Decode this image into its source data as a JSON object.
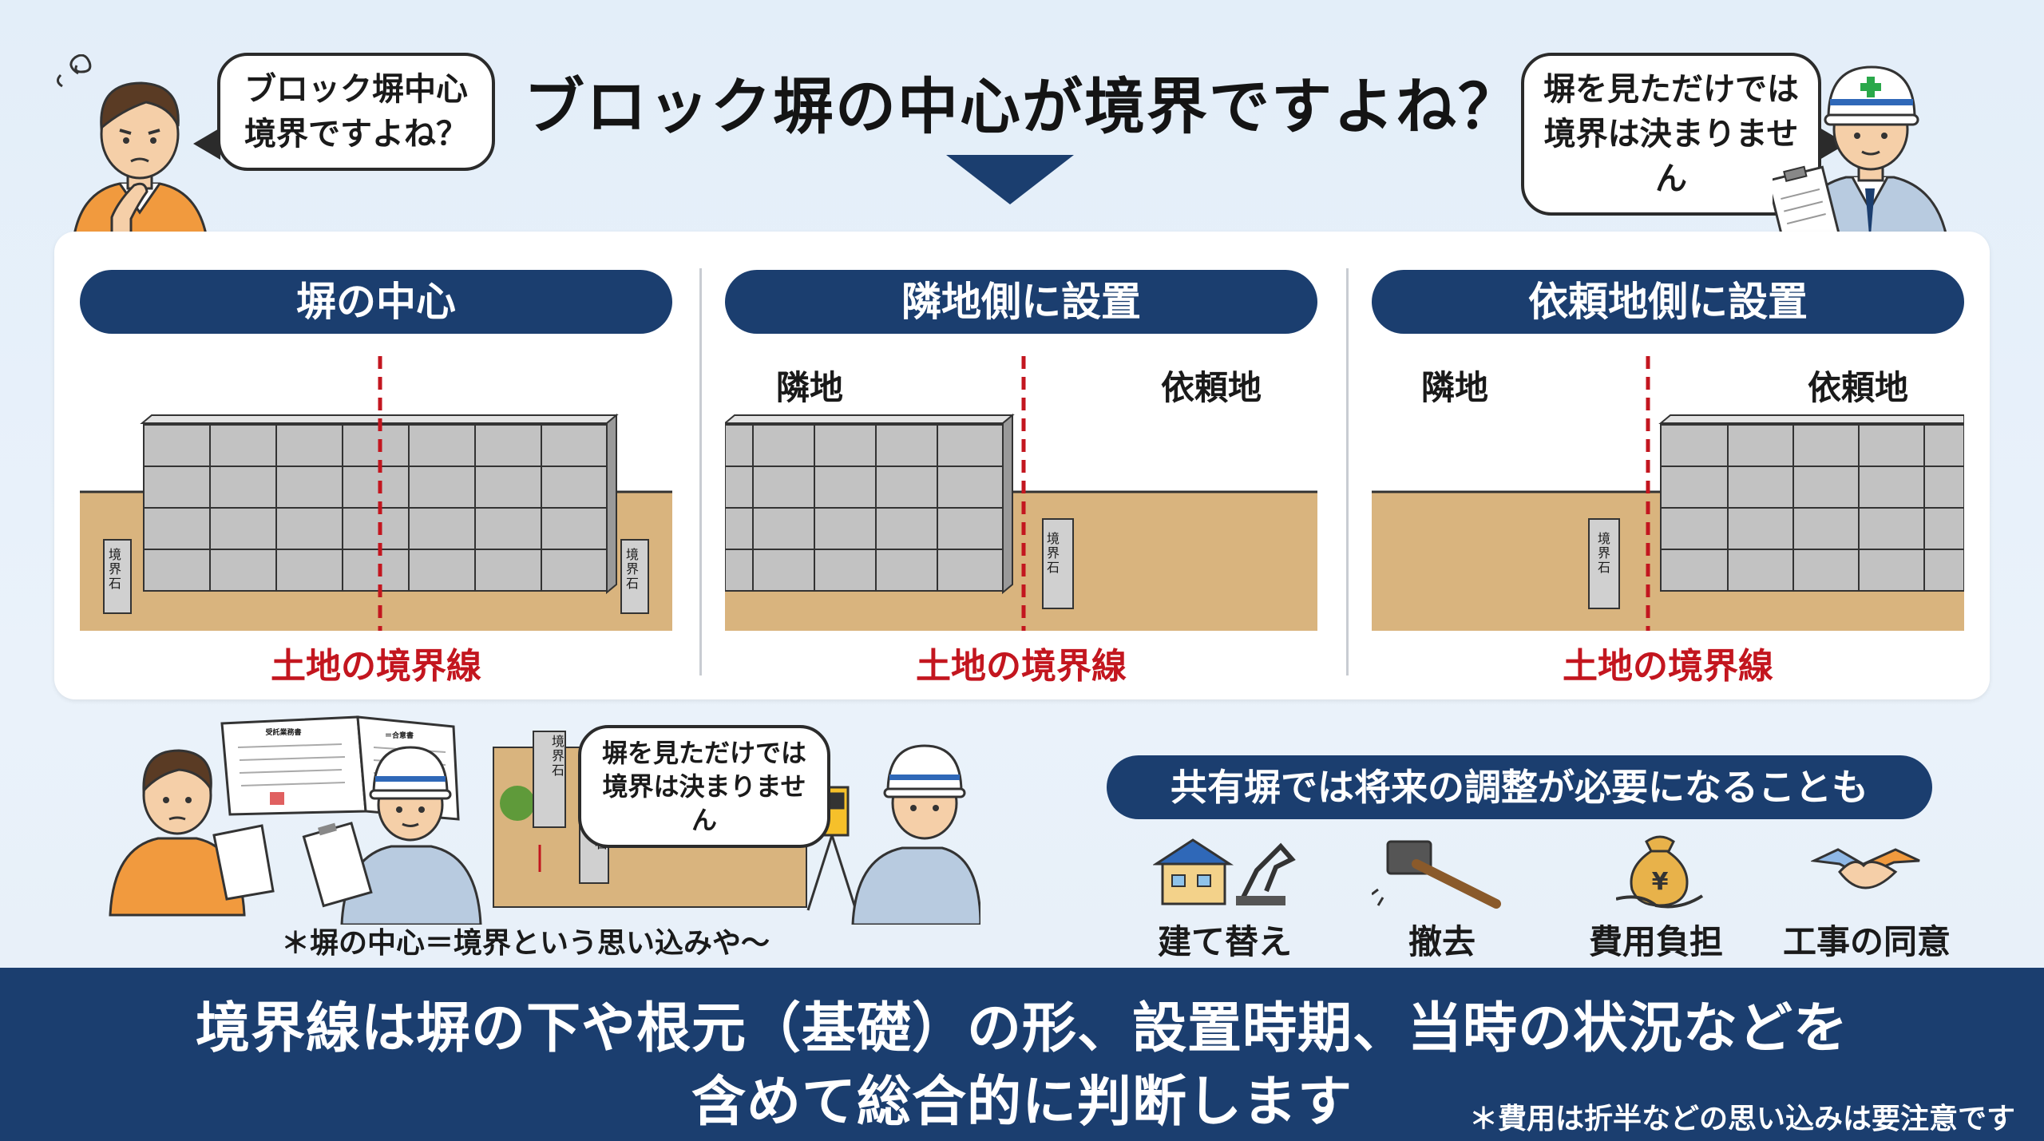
{
  "header": {
    "title": "ブロック塀の中心が境界ですよね？",
    "owner_bubble": [
      "ブロック塀中心",
      "境界ですよね？"
    ],
    "surveyor_bubble": [
      "塀を見ただけでは",
      "境界は決まりません"
    ]
  },
  "panels": [
    {
      "title": "塀の中心",
      "wall_position": "center",
      "left_label": "",
      "right_label": "",
      "stone_text": "境界石",
      "boundary_label": "土地の境界線"
    },
    {
      "title": "隣地側に設置",
      "wall_position": "left",
      "left_label": "隣地",
      "right_label": "依頼地",
      "stone_text": "境界石",
      "boundary_label": "土地の境界線"
    },
    {
      "title": "依頼地側に設置",
      "wall_position": "right",
      "left_label": "隣地",
      "right_label": "依頼地",
      "stone_text": "境界石",
      "boundary_label": "土地の境界線"
    }
  ],
  "scene": {
    "field_bubble": [
      "塀を見ただけでは",
      "境界は決まりません"
    ],
    "note": "＊塀の中心＝境界という思い込みや〜",
    "doc_title": "受託業務書",
    "doc_subtitle": "＝合意書"
  },
  "notice": {
    "title": "共有塀では将来の調整が必要になることも",
    "items": [
      {
        "icon": "house-excavator-icon",
        "label": "建て替え"
      },
      {
        "icon": "hammer-icon",
        "label": "撤去"
      },
      {
        "icon": "money-bag-icon",
        "label": "費用負担"
      },
      {
        "icon": "handshake-icon",
        "label": "工事の同意"
      }
    ]
  },
  "footer": {
    "line1": "境界線は塀の下や根元（基礎）の形、設置時期、当時の状況などを",
    "line2": "含めて総合的に判断します",
    "note": "＊費用は折半などの思い込みは要注意です"
  },
  "colors": {
    "navy": "#1b3e6f",
    "boundary_red": "#c3161f",
    "soil": "#d9b47e",
    "block": "#c2c2c2",
    "shirt_orange": "#f19a3e",
    "uniform_blue": "#b8cbe0"
  }
}
